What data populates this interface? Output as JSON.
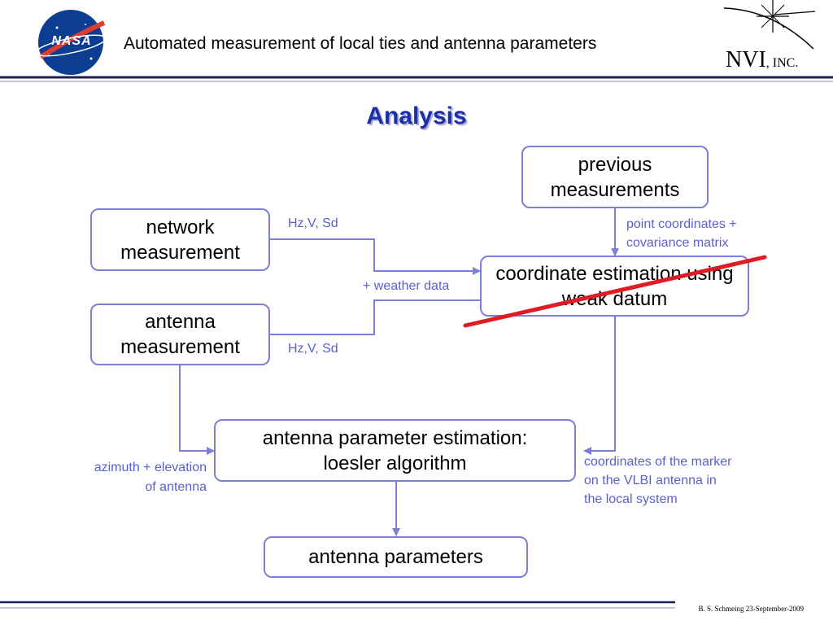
{
  "header": {
    "title": "Automated measurement of local ties and antenna parameters",
    "nasa_logo_text": "NASA",
    "nvi_logo_main": "NVI",
    "nvi_logo_suffix": ", INC."
  },
  "slide": {
    "title": "Analysis"
  },
  "boxes": {
    "previous": "previous measurements",
    "network": "network measurement",
    "antenna_meas": "antenna measurement",
    "coord_est": "coordinate estimation using weak datum",
    "param_est": "antenna parameter estimation: loesler algorithm",
    "params": "antenna parameters"
  },
  "labels": {
    "hzv_top": "Hz,V, Sd",
    "hzv_bottom": "Hz,V, Sd",
    "weather": "+ weather data",
    "point_coords_1": "point coordinates +",
    "point_coords_2": "covariance matrix",
    "azel_1": "azimuth + elevation",
    "azel_2": "of antenna",
    "marker_1": "coordinates of the marker",
    "marker_2": "on the VLBI antenna in",
    "marker_3": "the local system"
  },
  "footer": "B. S. Schmeing 23-September-2009",
  "colors": {
    "accent": "#7b7fd6",
    "label": "#5a5fd0",
    "title": "#1c2fa8",
    "strike": "#e01b24",
    "rule": "#1a1f5c"
  }
}
